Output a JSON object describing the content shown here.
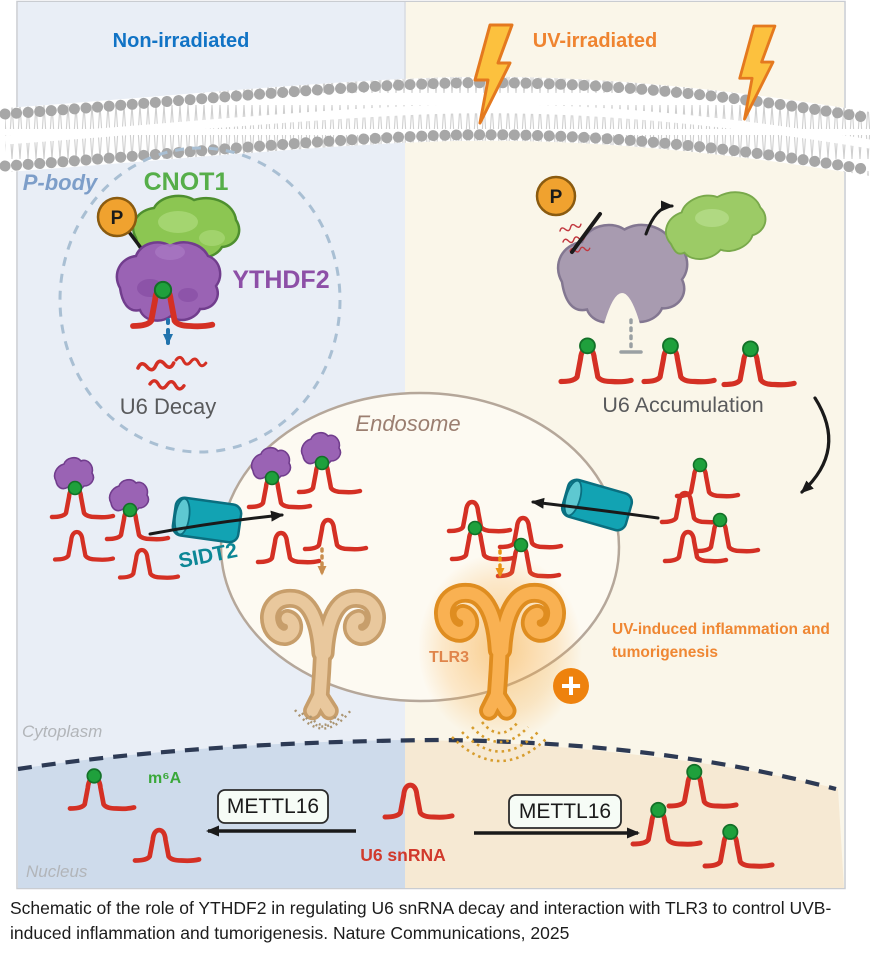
{
  "panels": {
    "left_title": "Non-irradiated",
    "right_title": "UV-irradiated"
  },
  "labels": {
    "p_body": "P-body",
    "cnot1": "CNOT1",
    "ythdf2": "YTHDF2",
    "phospho": "P",
    "u6_decay": "U6 Decay",
    "u6_accumulation": "U6 Accumulation",
    "endosome": "Endosome",
    "sidt2": "SIDT2",
    "tlr3": "TLR3",
    "uv_outcome_line1": "UV-induced inflammation and",
    "uv_outcome_line2": "tumorigenesis",
    "plus_sign": "+",
    "cytoplasm": "Cytoplasm",
    "nucleus": "Nucleus",
    "m6a": "m⁶A",
    "mettl16_left": "METTL16",
    "mettl16_right": "METTL16",
    "u6_snrna": "U6 snRNA"
  },
  "caption": "Schematic of the role of YTHDF2 in regulating U6 snRNA decay and interaction with TLR3 to control UVB-induced inflammation and tumorigenesis. Nature Communications, 2025",
  "colors": {
    "left_bg": "#e9eef6",
    "right_bg": "#faf6e9",
    "nucleus_left": "#cedbeb",
    "nucleus_right": "#f6e9d3",
    "endosome_fill": "#fdfaf2",
    "rna_red": "#d43024",
    "m6a_green": "#1fa03c",
    "ythdf2_purple": "#9a63b4",
    "cnot1_green": "#8cc652",
    "sidt2_teal": "#12a3b3",
    "tlr3_active_orange": "#f9b152",
    "tlr3_inactive_tan": "#e9c89d",
    "accent_orange": "#ef8430",
    "accent_blue": "#1173c5",
    "nuclear_envelope": "#2d3a54"
  }
}
